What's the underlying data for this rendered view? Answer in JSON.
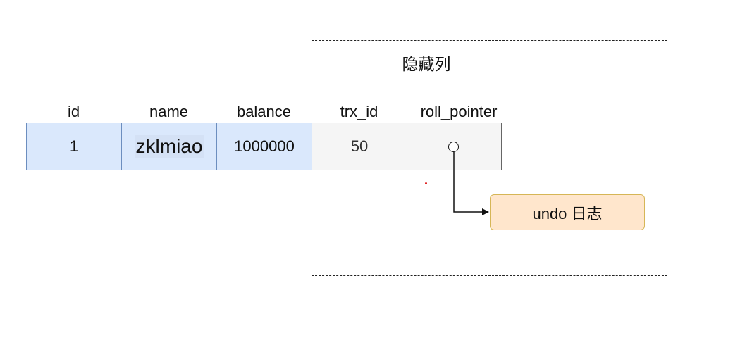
{
  "hidden_group": {
    "title": "隐藏列"
  },
  "columns": [
    {
      "header": "id",
      "value": "1"
    },
    {
      "header": "name",
      "value": "zklmiao"
    },
    {
      "header": "balance",
      "value": "1000000"
    },
    {
      "header": "trx_id",
      "value": "50"
    },
    {
      "header": "roll_pointer",
      "value": ""
    }
  ],
  "undo_log": {
    "label": "undo 日志"
  },
  "colors": {
    "visible_fill": "#dae8fc",
    "visible_stroke": "#6c8ebf",
    "hidden_fill": "#f5f5f5",
    "hidden_stroke": "#666666",
    "undo_fill": "#ffe6cc",
    "undo_stroke": "#d6b656"
  }
}
